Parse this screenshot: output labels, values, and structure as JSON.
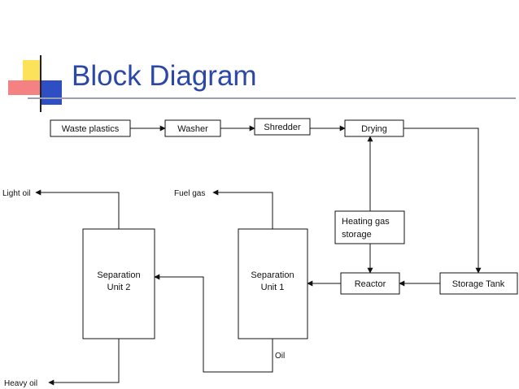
{
  "title": "Block Diagram",
  "nodes": {
    "waste_plastics": "Waste plastics",
    "washer": "Washer",
    "shredder": "Shredder",
    "drying": "Drying",
    "heating_gas_storage": [
      "Heating gas",
      "storage"
    ],
    "storage_tank": "Storage Tank",
    "reactor": "Reactor",
    "separation_unit_1": [
      "Separation",
      "Unit 1"
    ],
    "separation_unit_2": [
      "Separation",
      "Unit 2"
    ]
  },
  "outputs": {
    "light_oil": "Light oil",
    "fuel_gas": "Fuel gas",
    "oil": "Oil",
    "heavy_oil": "Heavy oil"
  },
  "colors": {
    "title": "#2b47a8",
    "line": "#111111",
    "deco_yellow": "#fbe25a",
    "deco_red": "#f26c6c",
    "deco_blue": "#2e4fc4"
  }
}
